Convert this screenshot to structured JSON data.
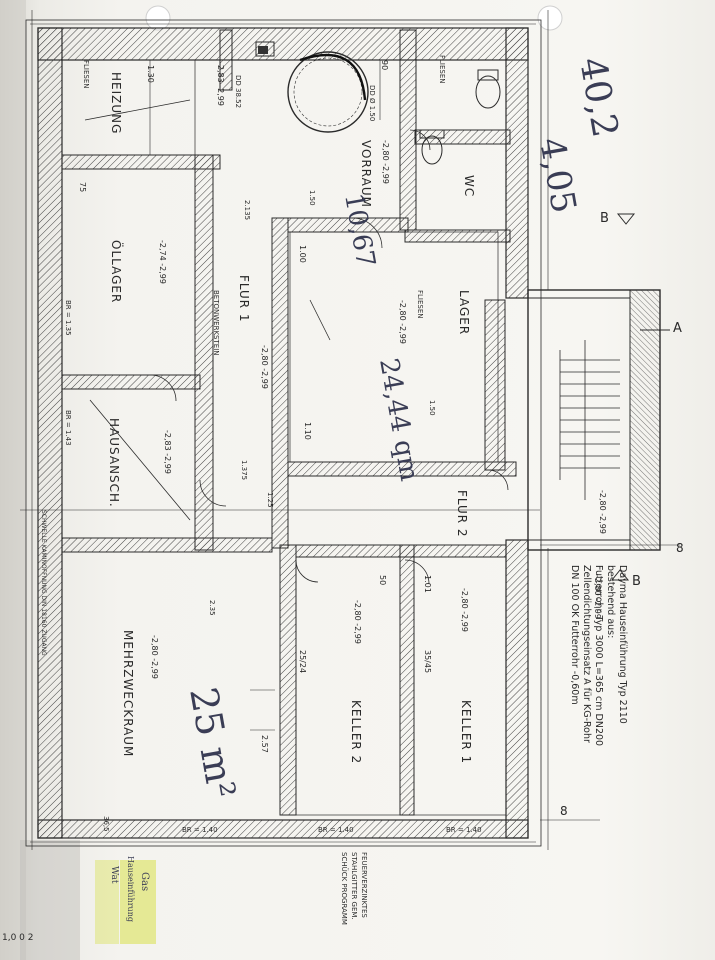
{
  "rooms": {
    "heizung": "HEIZUNG",
    "vorraum": "VORRAUM",
    "wc": "WC",
    "lager": "LAGER",
    "flur1": "FLUR 1",
    "flur2": "FLUR 2",
    "oellager": "ÖLLAGER",
    "hausansch": "HAUSANSCH.",
    "keller1": "KELLER 1",
    "keller2": "KELLER 2",
    "mehrzweck": "MEHRZWECKRAUM"
  },
  "levels": {
    "heizung": "-2,83  -2,99",
    "vorraum": "-2,80  -2,99",
    "flur1": "-2,80  -2,99",
    "oellager": "-2,74  -2,99",
    "lager": "-2,80  -2,99",
    "flur2": "-2,80  -2,99",
    "keller1": "-2,80  -2,99",
    "keller2": "-2,80  -2,99",
    "mehrzweck": "-2,80  -2,99",
    "hausansch": "-2,83  -2,99",
    "stairs": "-2,80  -2,99"
  },
  "dimensions": {
    "d90": "90",
    "d130": "1.30",
    "d100": "1.00",
    "d2135": "2.135",
    "d75": "75",
    "d150": "1.50",
    "d101": "1.01",
    "d50": "50",
    "d150b": "1.50",
    "d235": "2.35",
    "d257": "2.57",
    "d3545": "35/45",
    "d2524": "25/24",
    "d36b": "36,5",
    "d125": "1.25",
    "d1375": "1.375",
    "d110": "1.10"
  },
  "labels": {
    "br140a": "BR = 1.40",
    "br140b": "BR = 1.40",
    "br140c": "BR = 1.40",
    "br135": "BR = 1.35",
    "br143": "BR = 1.43",
    "fliesen": "FLIESEN",
    "fliesen2": "FLIESEN",
    "fliesen3": "FLIESEN",
    "betonwerkstein": "BETONWERKSTEIN",
    "dd150": "DD Ø 1.50",
    "dd3852": "DD 38.52"
  },
  "sectionMarks": {
    "b1": "B",
    "b2": "B",
    "a": "A",
    "n8a": "8",
    "n8b": "8"
  },
  "notes": {
    "line1": "Dayma Hauseinführung Typ 2110",
    "line2": "bestehend aus:",
    "line3": "Futterrohr Typ 3000 L=365 cm DN200",
    "line4": "Zellendichtungseinsatz A  für KG-Rohr",
    "line5": "DN 100  OK Futterrohr -0,60m",
    "stamp1": "FEUERVERZINKTES",
    "stamp2": "STAHLGITTER GEM.",
    "stamp3": "SCHÜCK PROGRAMM"
  },
  "handwritten": {
    "h1": "40,2",
    "h2": "4,05",
    "h3": "10,67",
    "h4": "24,44 qm",
    "h5": "25 m²",
    "h6": "Gas",
    "h7": "Hauseinführung",
    "h8": "Wat"
  },
  "margin": {
    "bottom": "SCHWELLE KAMINOFFNUNG DIN 18160 ZUGANG",
    "left1": "1,0  0  2"
  },
  "colors": {
    "ink": "#2b2b2b",
    "paper": "#f4f3ef",
    "pencil": "#3a3d55",
    "highlight": "#d8e04a"
  }
}
